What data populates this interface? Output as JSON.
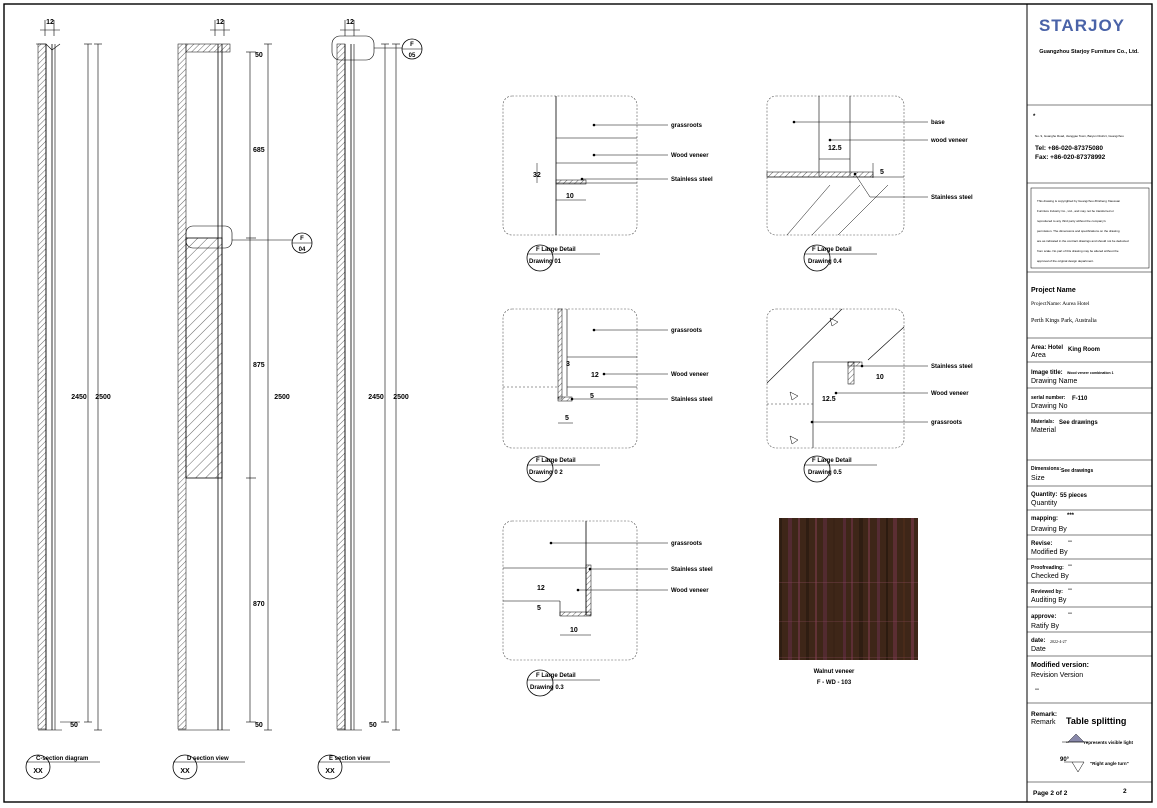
{
  "sections": [
    {
      "title": "C-section diagram",
      "tag": "XX",
      "top_dim": "12",
      "dim_inner": "2450",
      "dim_outer": "2500",
      "bottom_dim": "50"
    },
    {
      "title": "D section view",
      "tag": "XX",
      "top_dim": "12",
      "dim_top": "50",
      "dim_upper": "685",
      "dim_mid": "875",
      "dim_lower": "870",
      "dim_outer": "2500",
      "bottom_dim": "50",
      "callout_letter": "F",
      "callout_num": "04"
    },
    {
      "title": "E section view",
      "tag": "XX",
      "top_dim": "12",
      "dim_inner": "2450",
      "dim_outer": "2500",
      "bottom_dim": "50",
      "callout_letter": "F",
      "callout_num": "05"
    }
  ],
  "details": [
    {
      "title": "F Large Detail",
      "drawing": "Drawing 01",
      "labels": [
        "grassroots",
        "Wood veneer",
        "Stainless steel"
      ],
      "dims": [
        "32",
        "10"
      ]
    },
    {
      "title": "F Large Detail",
      "drawing": "Drawing 0.4",
      "labels": [
        "base",
        "wood veneer",
        "Stainless steel"
      ],
      "dims": [
        "12.5",
        "5"
      ]
    },
    {
      "title": "F Large Detail",
      "drawing": "Drawing 0 2",
      "labels": [
        "grassroots",
        "Wood veneer",
        "Stainless steel"
      ],
      "dims": [
        "3",
        "12",
        "5",
        "5"
      ]
    },
    {
      "title": "F Large Detail",
      "drawing": "Drawing 0.5",
      "labels": [
        "Stainless steel",
        "Wood veneer",
        "grassroots"
      ],
      "dims": [
        "10",
        "12.5"
      ]
    },
    {
      "title": "F Large Detail",
      "drawing": "Drawing 0.3",
      "labels": [
        "grassroots",
        "Stainless steel",
        "Wood veneer"
      ],
      "dims": [
        "12",
        "5",
        "10"
      ]
    }
  ],
  "material_sample": {
    "name": "Walnut veneer",
    "code": "F - WD - 103",
    "color_base": "#3b2418",
    "color_streak": "#6b2a3a"
  },
  "titleblock": {
    "logo": "STARJOY",
    "company": "Guangzhou Starjoy Furniture Co., Ltd.",
    "address_mark": "*",
    "address": "No. 9, Guanghe Road, Jianggao Town, Baiyun District, Guangzhou",
    "tel": "Tel: +86-020-87375080",
    "fax": "Fax: +86-020-87378992",
    "copyright": [
      "This drawing is copyrighted by Guangzhou Zhisheng Xiaoxuan",
      "Furniture Industry Co., Ltd., and may not be transferred or",
      "reproduced to any third party without the company's",
      "permission. The dimensions and specifications on the drawing",
      "are as indicated in the contract drawings and should not be deducted",
      "from scale. No part of this drawing may be altered without the",
      "approval of the original design department."
    ],
    "project_heading": "Project Name",
    "project_name": "ProjectName: Aurea Hotel",
    "project_location": "Perth Kings Park, Australia",
    "area_label": "Area: Hotel",
    "area_label_en": "Area",
    "area_value": "King Room",
    "image_title_label": "Image title:",
    "image_title_value": "Wood veneer combination 1",
    "drawing_name_label": "Drawing Name",
    "serial_label": "serial number:",
    "serial_value": "F-110",
    "drawing_no_label": "Drawing No",
    "materials_label": "Materials:",
    "materials_value": "See drawings",
    "material_label_en": "Material",
    "dimensions_label": "Dimensions:",
    "dimensions_value": "See drawings",
    "size_label_en": "Size",
    "quantity_label": "Quantity:",
    "quantity_value": "55 pieces",
    "quantity_label_en": "Quantity",
    "mapping_label": "mapping:",
    "mapping_value": "***",
    "drawing_by_label": "Drawing By",
    "revise_label": "Revise:",
    "revise_value": "--",
    "modified_by_label": "Modified By",
    "proofreading_label": "Proofreading:",
    "proofreading_value": "--",
    "checked_by_label": "Checked By",
    "reviewed_label": "Reviewed by:",
    "reviewed_value": "--",
    "auditing_by_label": "Auditing By",
    "approve_label": "approve:",
    "approve_value": "--",
    "ratify_by_label": "Ratify By",
    "date_label": "date:",
    "date_value": "2022-4-27",
    "date_label_en": "Date",
    "modified_version_label": "Modified version:",
    "revision_version_label": "Revision Version",
    "revision_value": "--",
    "remark_label": "Remark:",
    "remark_label_en": "Remark",
    "remark_text": "Table splitting",
    "legend_visible": "represents visible light",
    "legend_angle": "90°",
    "legend_turn": "\"Right angle turn\"",
    "page_label": "Page 2 of 2",
    "page_number": "2"
  }
}
